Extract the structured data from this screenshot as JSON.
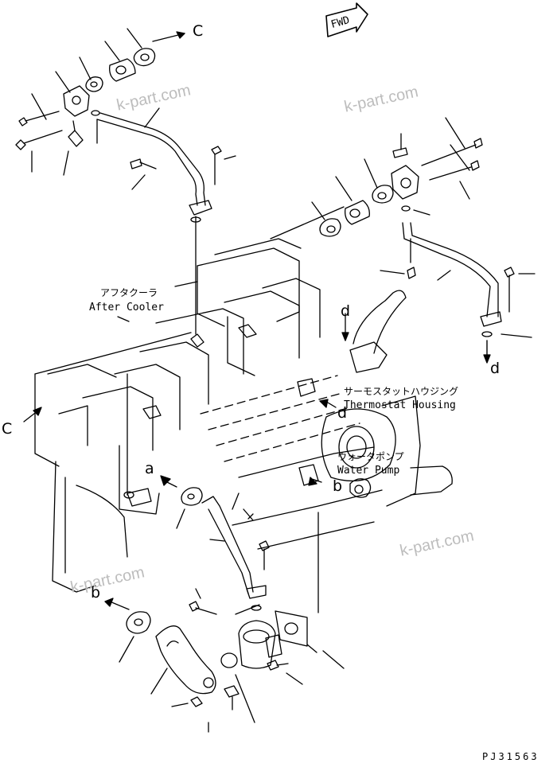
{
  "direction_arrow": {
    "label": "FWD"
  },
  "labels": {
    "after_cooler_jp": "アフタクーラ",
    "after_cooler_en": "After Cooler",
    "thermostat_jp": "サーモスタットハウジング",
    "thermostat_en": "Thermostat Housing",
    "water_pump_jp": "ウォータポンプ",
    "water_pump_en": "Water Pump"
  },
  "refs": {
    "c_top": "C",
    "c_left": "C",
    "d_top": "d",
    "d_bottom": "d",
    "d_mid": "d",
    "a_left": "a",
    "b_mid": "b",
    "b_bottom": "b"
  },
  "watermarks": [
    "k-part.com",
    "k-part.com",
    "k-part.com",
    "k-part.com"
  ],
  "drawing_code": "PJ31563"
}
